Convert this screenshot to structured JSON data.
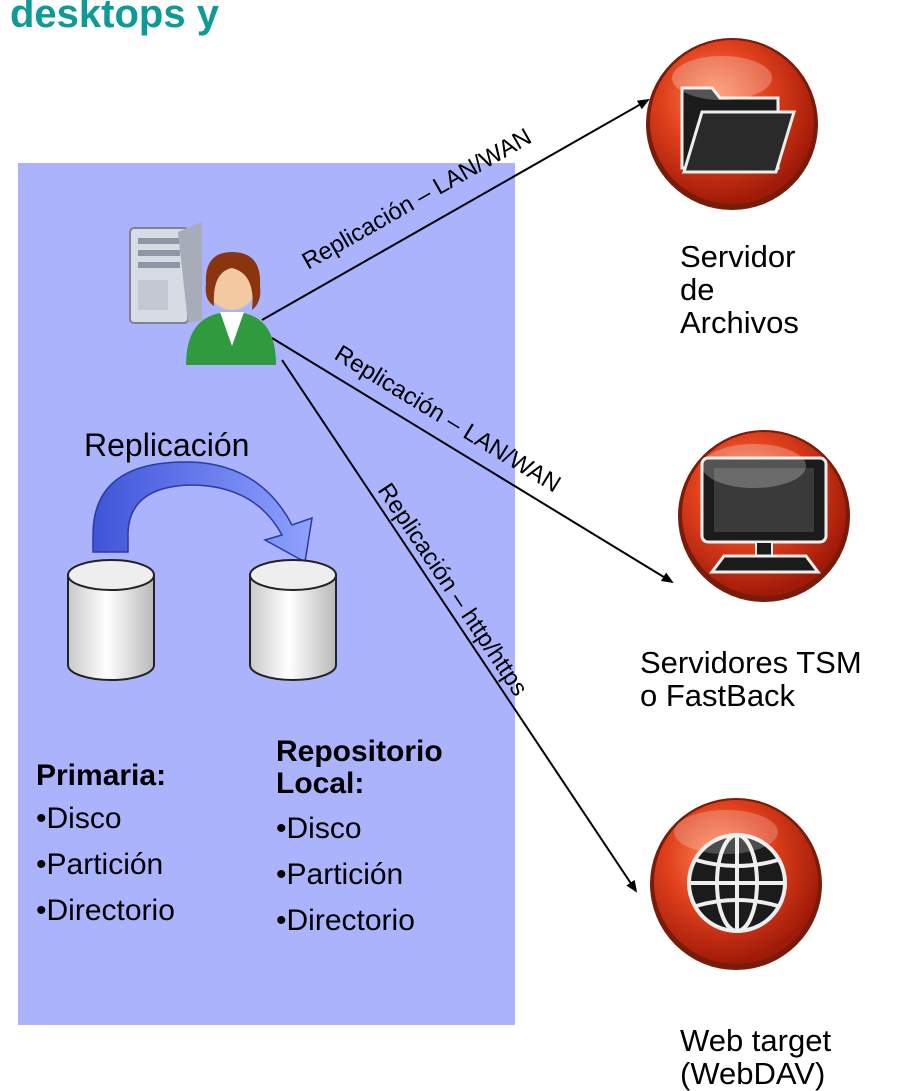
{
  "title": "desktops y",
  "colors": {
    "title": "#0e9a96",
    "panel": "#aab3fb",
    "arrow_blue": "#5a6ee8",
    "badge_red": "#d93418"
  },
  "panel": {
    "replication_label": "Replicación",
    "primary": {
      "heading": "Primaria:",
      "items": [
        "Disco",
        "Partición",
        "Directorio"
      ]
    },
    "local_repo": {
      "heading_line1": "Repositorio",
      "heading_line2": "Local:",
      "items": [
        "Disco",
        "Partición",
        "Directorio"
      ]
    }
  },
  "connections": [
    {
      "label": "Replicación – LAN/WAN"
    },
    {
      "label": "Replicación – LAN/WAN"
    },
    {
      "label": "Replicación – http/https"
    }
  ],
  "targets": {
    "file_server": {
      "icon": "folder-icon",
      "lines": [
        "Servidor",
        "de",
        "Archivos"
      ]
    },
    "tsm": {
      "icon": "monitor-icon",
      "lines": [
        "Servidores TSM",
        "o FastBack"
      ]
    },
    "web": {
      "icon": "globe-icon",
      "lines": [
        "Web target",
        "(WebDAV)"
      ]
    }
  }
}
